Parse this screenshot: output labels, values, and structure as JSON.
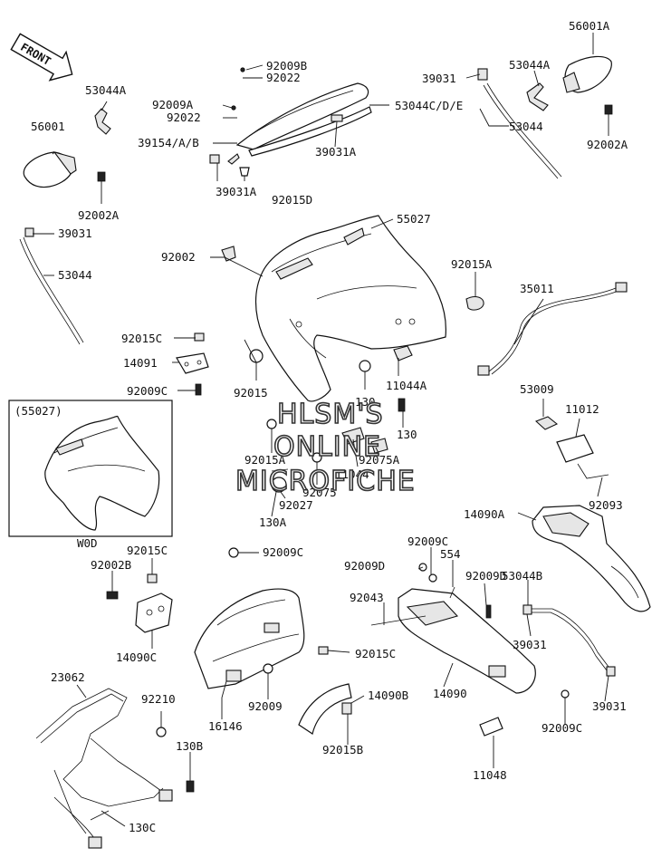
{
  "front_badge": "FRONT",
  "inset": {
    "title": "(55027)",
    "caption": "W0D"
  },
  "watermark": [
    "HLSM'S",
    "ONLINE",
    "MICROFICHE"
  ],
  "labels": {
    "p56001A": "56001A",
    "p53044A_r": "53044A",
    "p39031_tr": "39031",
    "p53044_r": "53044",
    "p92002A_r": "92002A",
    "p92009B": "92009B",
    "p92022_t": "92022",
    "p92009A": "92009A",
    "p92022_l": "92022",
    "p53044CDE": "53044C/D/E",
    "p39154AB": "39154/A/B",
    "p39031A_a": "39031A",
    "p39031A_b": "39031A",
    "p92015D": "92015D",
    "p53044A_l": "53044A",
    "p56001": "56001",
    "p92002A_l": "92002A",
    "p39031_l": "39031",
    "p53044_l": "53044",
    "p92002": "92002",
    "p55027": "55027",
    "p92015A_r": "92015A",
    "p35011": "35011",
    "p92015C_a": "92015C",
    "p14091": "14091",
    "p92009C_a": "92009C",
    "p92015": "92015",
    "p130_a": "130",
    "p11044A": "11044A",
    "p130_b": "130",
    "p92015A_c": "92015A",
    "p92075A": "92075A",
    "p11044": "11044",
    "p92075": "92075",
    "p92027": "92027",
    "p130A": "130A",
    "p53009": "53009",
    "p11012": "11012",
    "p92093": "92093",
    "p14090A": "14090A",
    "p92015C_b": "92015C",
    "p92002B": "92002B",
    "p14090C": "14090C",
    "p92009C_b": "92009C",
    "p92009C_c": "92009C",
    "p554": "554",
    "p92009D_a": "92009D",
    "p92009D_b": "92009D",
    "p53044B": "53044B",
    "p92043": "92043",
    "p39031_br": "39031",
    "p92015C_c": "92015C",
    "p92009": "92009",
    "p14090": "14090",
    "p39031_br2": "39031",
    "p16146": "16146",
    "p14090B": "14090B",
    "p92009C_d": "92009C",
    "p23062": "23062",
    "p92210": "92210",
    "p130B": "130B",
    "p92015B": "92015B",
    "p11048": "11048",
    "p130C": "130C"
  }
}
